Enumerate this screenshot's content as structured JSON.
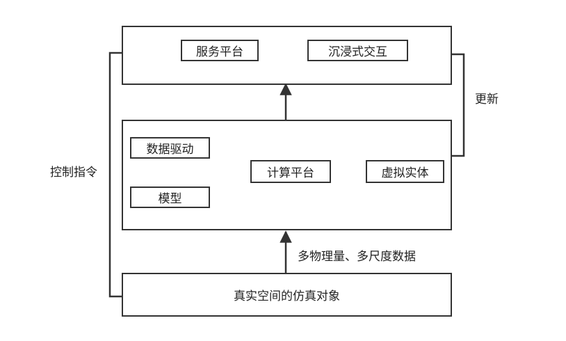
{
  "diagram": {
    "nodes": {
      "service_platform": "服务平台",
      "immersive_interaction": "沉浸式交互",
      "data_driven": "数据驱动",
      "model": "模型",
      "compute_platform": "计算平台",
      "virtual_entity": "虚拟实体",
      "physical_object": "真实空间的仿真对象"
    },
    "edge_labels": {
      "update": "更新",
      "control_command": "控制指令",
      "multi_data": "多物理量、多尺度数据"
    }
  }
}
